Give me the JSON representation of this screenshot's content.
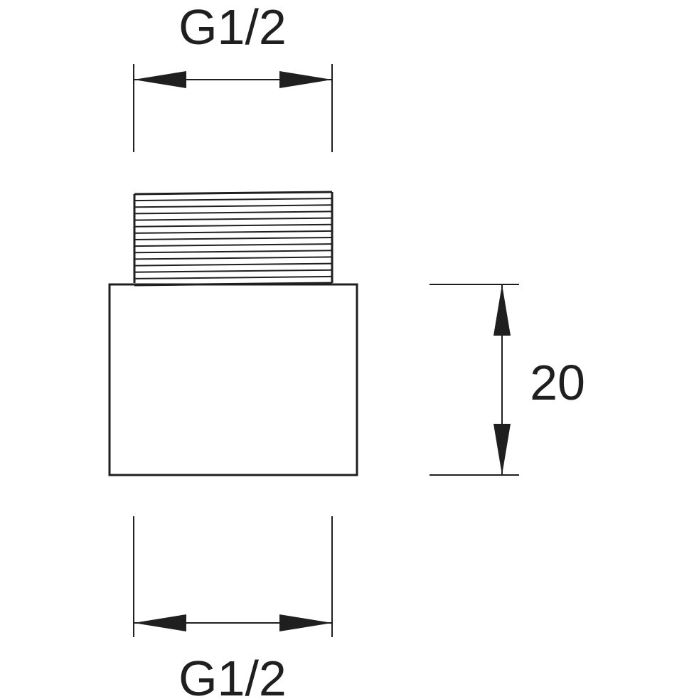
{
  "dimensions": {
    "top_thread": "G1/2",
    "bottom_thread": "G1/2",
    "body_height": "20"
  },
  "colors": {
    "stroke": "#1f1f1f",
    "background": "#ffffff"
  }
}
